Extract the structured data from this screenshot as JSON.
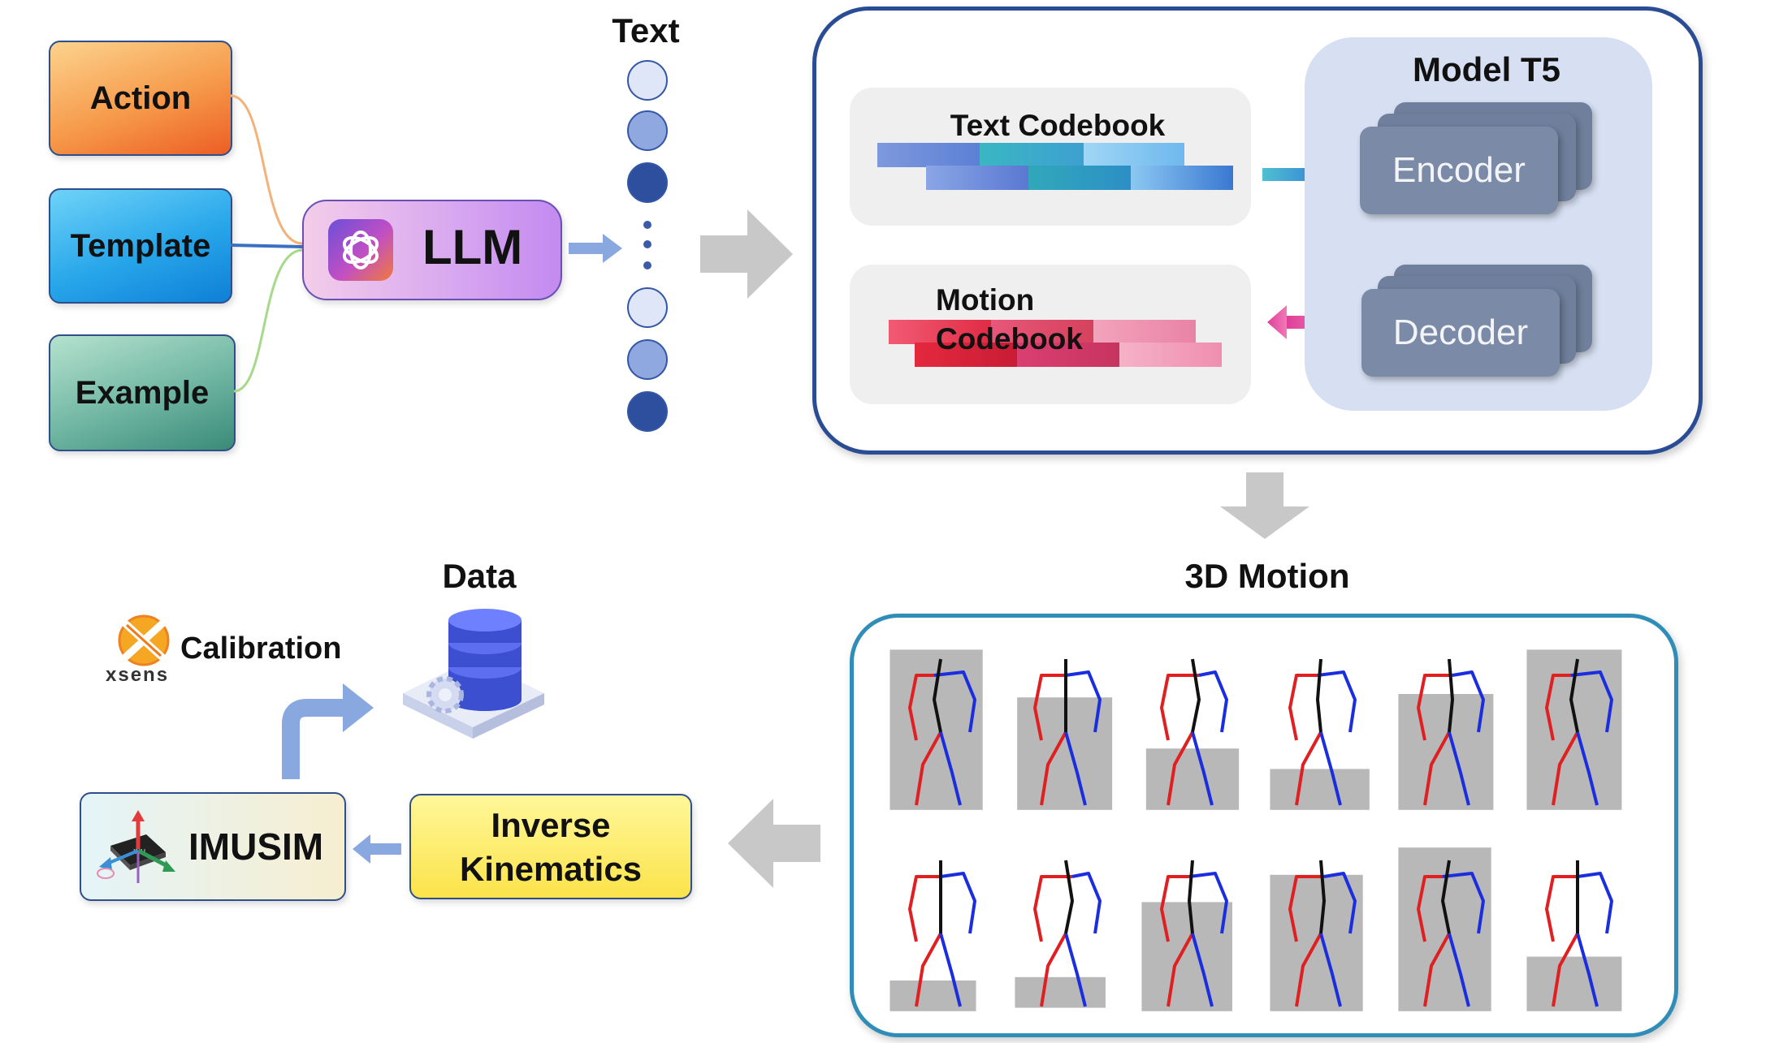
{
  "prompt_inputs": {
    "action": "Action",
    "template": "Template",
    "example": "Example"
  },
  "llm": {
    "label": "LLM",
    "icon": "openai-logo-icon"
  },
  "text_tokens": {
    "title": "Text"
  },
  "model": {
    "title": "Model T5",
    "text_codebook": "Text Codebook",
    "motion_codebook_line1": "Motion",
    "motion_codebook_line2": "Codebook",
    "encoder": "Encoder",
    "decoder": "Decoder"
  },
  "motion": {
    "title": "3D Motion"
  },
  "pipeline": {
    "inverse_kinematics_line1": "Inverse",
    "inverse_kinematics_line2": "Kinematics",
    "imusim": "IMUSIM",
    "calibration": "Calibration",
    "xsens_brand": "xsens",
    "data_title": "Data"
  },
  "colors": {
    "action_gradient": [
      "#fcd18b",
      "#ef6a2a"
    ],
    "template_gradient": [
      "#5ac8f5",
      "#1187d9"
    ],
    "example_gradient": [
      "#a8dbc6",
      "#3d8c7a"
    ],
    "llm_gradient": [
      "#f5cbe8",
      "#c68cf0"
    ],
    "model_border": "#2a4c94",
    "motion_border": "#2f8db7",
    "ik_gradient": [
      "#fff36a",
      "#f5d23a"
    ]
  }
}
